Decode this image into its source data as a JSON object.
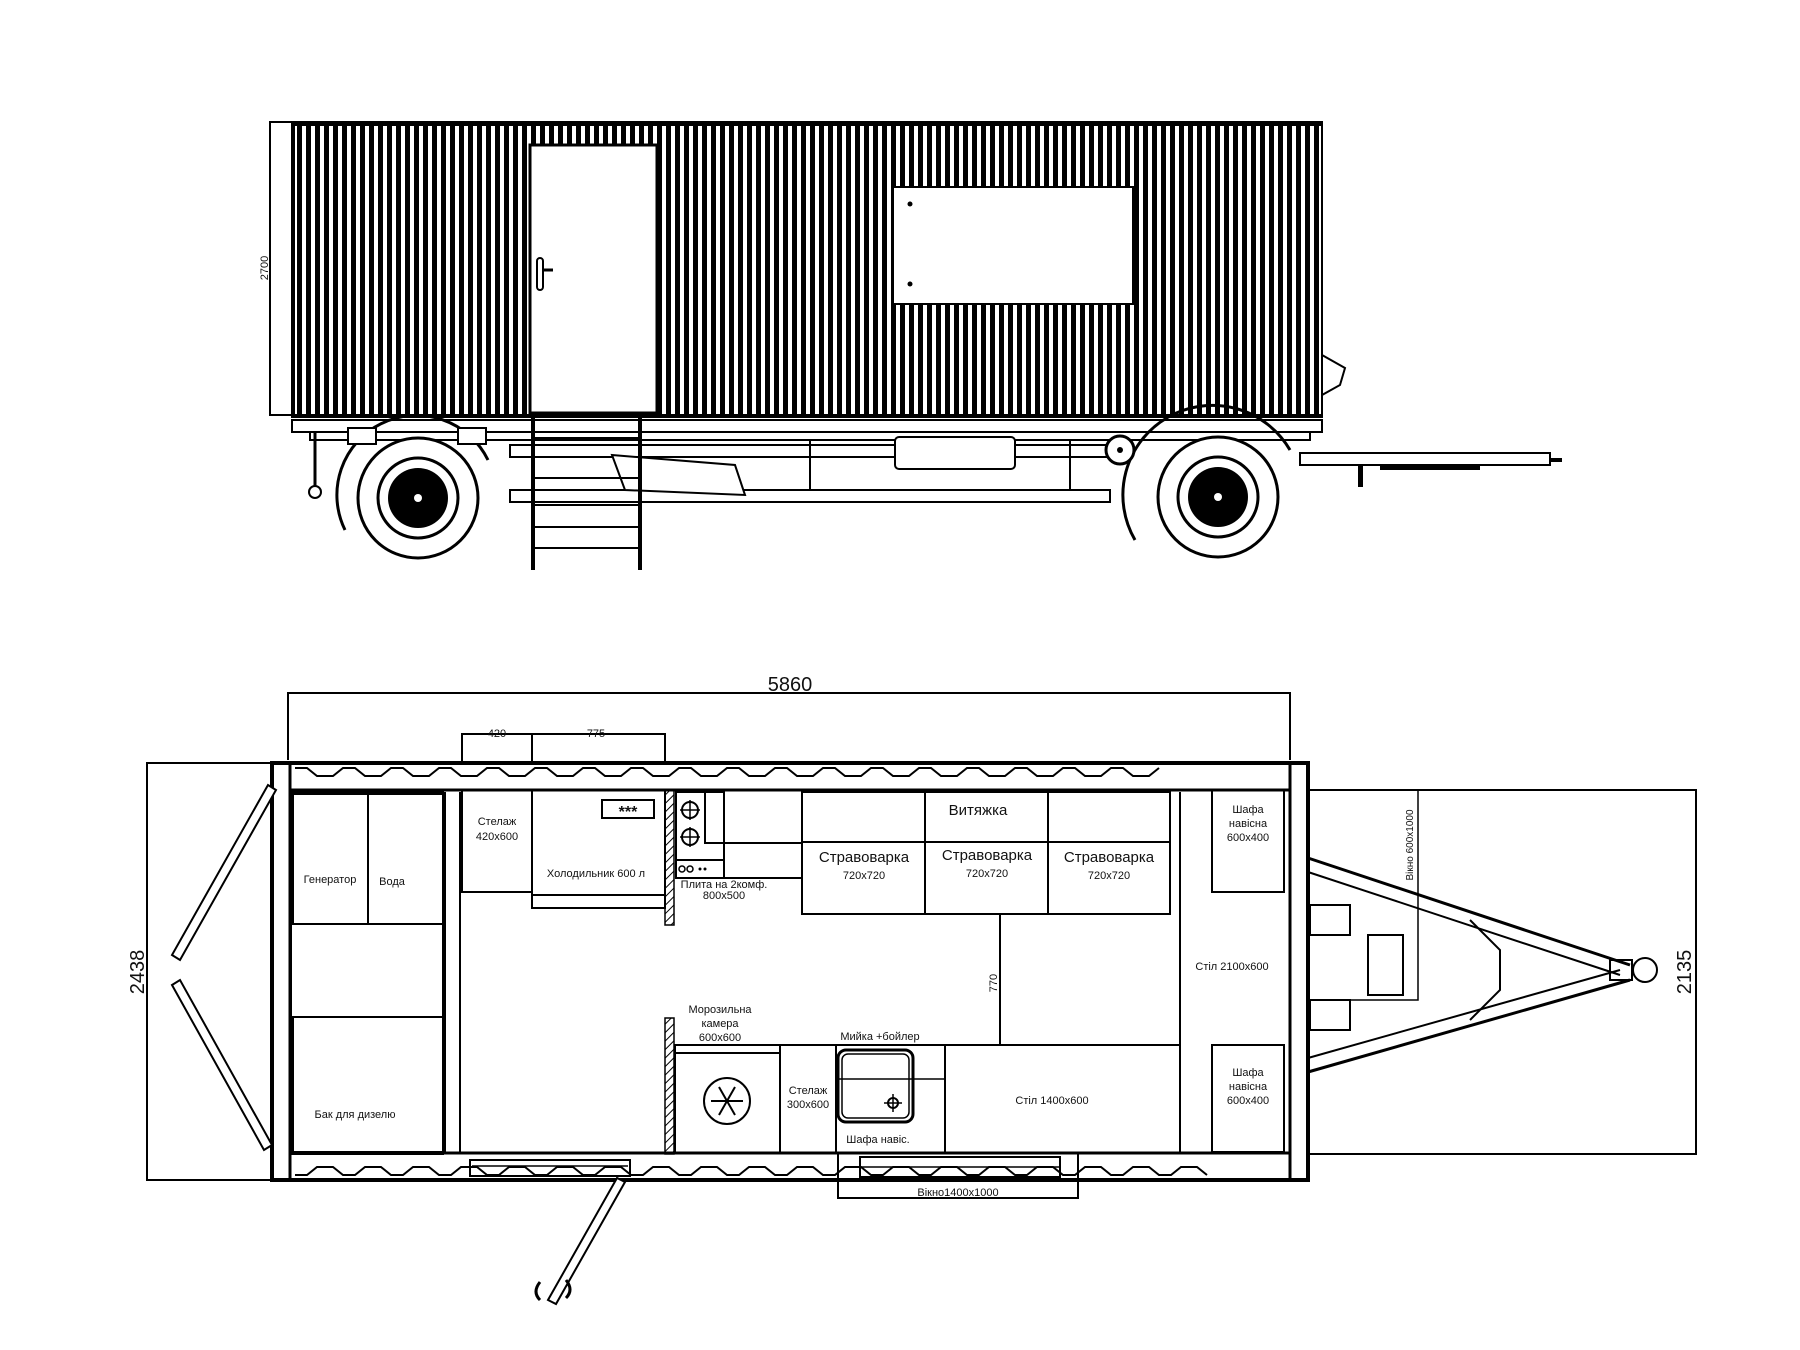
{
  "drawing": {
    "side_view": {
      "height_dim": "2700"
    },
    "plan_view": {
      "dims": {
        "overall_length": "5860",
        "shelf_width": "420",
        "fridge_width": "775",
        "width_left": "2438",
        "width_right": "2135",
        "aisle": "770"
      },
      "rooms": {
        "generator": "Генератор",
        "water": "Вода",
        "diesel_tank": "Бак для дизелю",
        "shelf_top_1": "Стелаж",
        "shelf_top_2": "420х600",
        "fridge": "Холодильник 600 л",
        "fridge_stars": "***",
        "stove_1": "Плита на 2комф.",
        "stove_2": "800х500",
        "hood": "Витяжка",
        "cooker_label": "Страворварка",
        "cookers": [
          {
            "name": "Стравоварка",
            "size": "720х720"
          },
          {
            "name": "Стравоварка",
            "size": "720х720"
          },
          {
            "name": "Стравоварка",
            "size": "720х720"
          }
        ],
        "cabinet_top": [
          "Шафа",
          "навісна",
          "600х400"
        ],
        "cabinet_bottom": [
          "Шафа",
          "навісна",
          "600х400"
        ],
        "table_right": "Стіл 2100х600",
        "table_bottom": "Стіл 1400х600",
        "freezer": [
          "Морозильна",
          "камера",
          "600х600"
        ],
        "shelf_bottom_1": "Стелаж",
        "shelf_bottom_2": "300х600",
        "sink": "Мийка +бойлер",
        "sink_cabinet": "Шафа навіс.",
        "window_bottom": "Вікно1400х1000",
        "window_front": "Вікно 600х1000"
      }
    }
  }
}
